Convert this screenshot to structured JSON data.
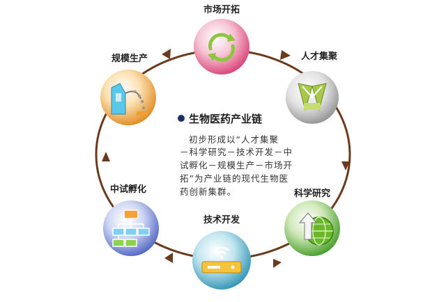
{
  "diagram": {
    "center": {
      "title": "生物医药产业链",
      "lines": [
        "初步形成以“人才集聚",
        "－科学研究－技术开发－中",
        "试孵化－规模生产－市场开",
        "拓”为产业链的现代生物医",
        "药创新集群。"
      ]
    },
    "nodes": [
      {
        "id": "market",
        "label": "市场开拓",
        "icon": "recycle-arrows-icon",
        "color": "#e85c8c"
      },
      {
        "id": "talent",
        "label": "人才集聚",
        "icon": "people-suits-icon",
        "color": "#b8b8b8"
      },
      {
        "id": "research",
        "label": "科学研究",
        "icon": "globe-upload-icon",
        "color": "#58b23a"
      },
      {
        "id": "dev",
        "label": "技术开发",
        "icon": "wireless-router-icon",
        "color": "#3ab0c8"
      },
      {
        "id": "incubate",
        "label": "中试孵化",
        "icon": "flowchart-icon",
        "color": "#6a7fd0"
      },
      {
        "id": "produce",
        "label": "规模生产",
        "icon": "factory-dispenser-icon",
        "color": "#f0a030"
      }
    ],
    "ring_color": "#6b3a1c",
    "accent_color": "#1a2d6b"
  }
}
